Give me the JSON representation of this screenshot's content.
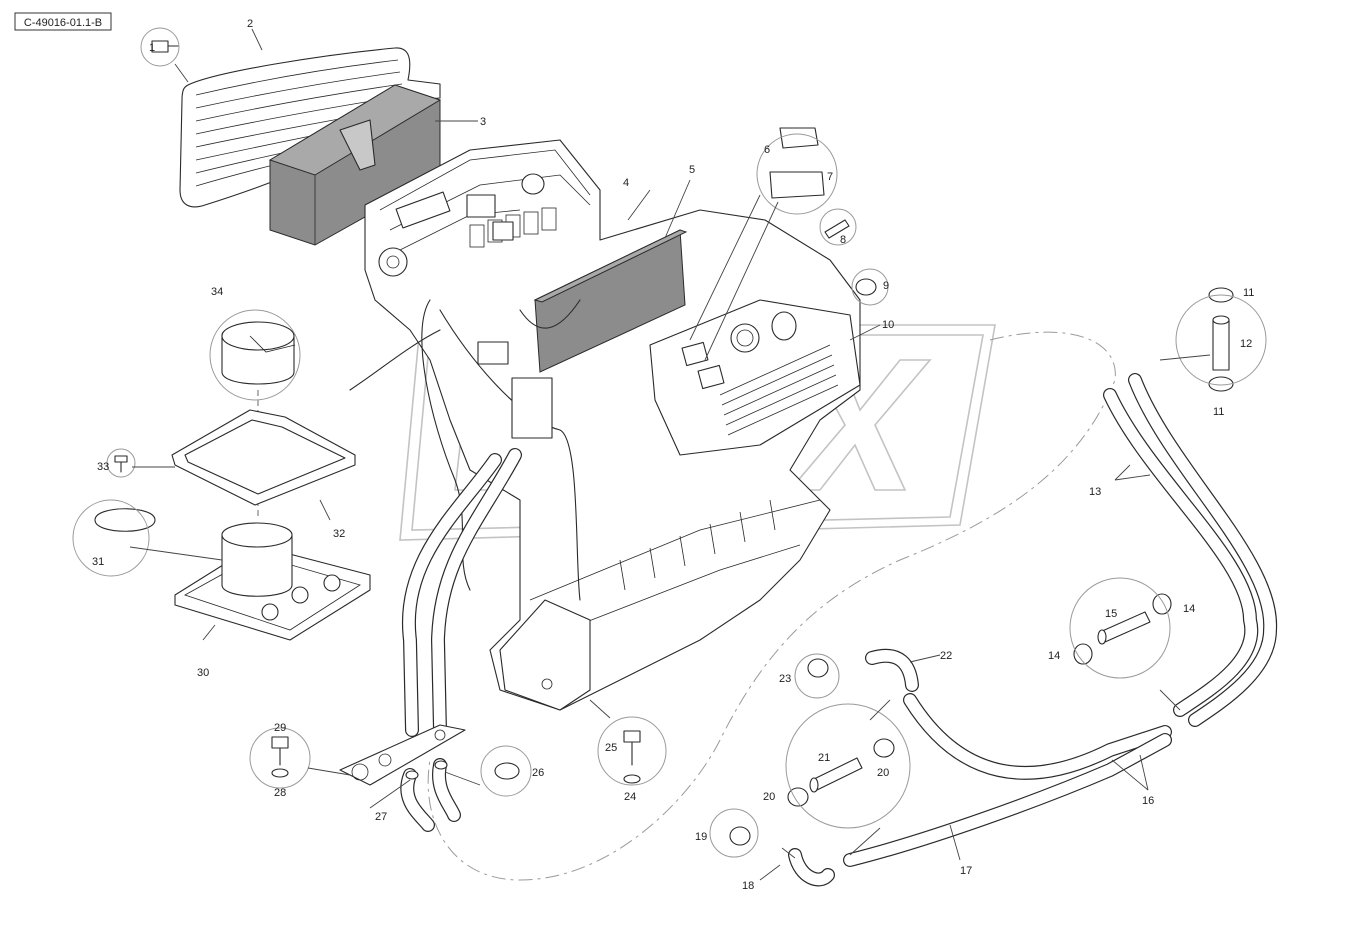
{
  "drawing_ref": "C-49016-01.1-B",
  "watermark": "OPEX",
  "callouts": [
    {
      "id": "c1",
      "text": "1"
    },
    {
      "id": "c2",
      "text": "2"
    },
    {
      "id": "c3",
      "text": "3"
    },
    {
      "id": "c4",
      "text": "4"
    },
    {
      "id": "c5",
      "text": "5"
    },
    {
      "id": "c6",
      "text": "6"
    },
    {
      "id": "c7",
      "text": "7"
    },
    {
      "id": "c8",
      "text": "8"
    },
    {
      "id": "c9",
      "text": "9"
    },
    {
      "id": "c10",
      "text": "10"
    },
    {
      "id": "c11a",
      "text": "11"
    },
    {
      "id": "c11b",
      "text": "11"
    },
    {
      "id": "c12",
      "text": "12"
    },
    {
      "id": "c13",
      "text": "13"
    },
    {
      "id": "c14a",
      "text": "14"
    },
    {
      "id": "c14b",
      "text": "14"
    },
    {
      "id": "c15",
      "text": "15"
    },
    {
      "id": "c16",
      "text": "16"
    },
    {
      "id": "c17",
      "text": "17"
    },
    {
      "id": "c18",
      "text": "18"
    },
    {
      "id": "c19",
      "text": "19"
    },
    {
      "id": "c20a",
      "text": "20"
    },
    {
      "id": "c20b",
      "text": "20"
    },
    {
      "id": "c21",
      "text": "21"
    },
    {
      "id": "c22",
      "text": "22"
    },
    {
      "id": "c23",
      "text": "23"
    },
    {
      "id": "c24",
      "text": "24"
    },
    {
      "id": "c25",
      "text": "25"
    },
    {
      "id": "c26",
      "text": "26"
    },
    {
      "id": "c27",
      "text": "27"
    },
    {
      "id": "c28",
      "text": "28"
    },
    {
      "id": "c29",
      "text": "29"
    },
    {
      "id": "c30",
      "text": "30"
    },
    {
      "id": "c31",
      "text": "31"
    },
    {
      "id": "c32",
      "text": "32"
    },
    {
      "id": "c33",
      "text": "33"
    },
    {
      "id": "c34",
      "text": "34"
    }
  ]
}
